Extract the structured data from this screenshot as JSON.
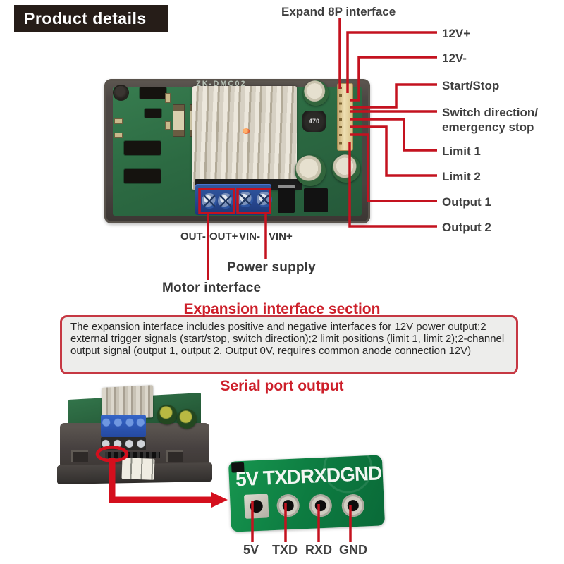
{
  "header": {
    "title": "Product details"
  },
  "colors": {
    "annotation_red": "#c4121f",
    "heading_red": "#cd1f2a",
    "pcb_green": "#2c6a42",
    "serial_pcb_green": "#0d7c41",
    "terminal_blue": "#2a52a8"
  },
  "main_board": {
    "silkscreen": "ZK-DMC02",
    "inductor_label": "470",
    "terminal_labels": [
      "OUT-",
      "OUT+",
      "VIN-",
      "VIN+"
    ],
    "captions": {
      "power_supply": "Power supply",
      "motor_interface": "Motor interface"
    }
  },
  "annotations": {
    "expand_8p": "Expand 8P interface",
    "pin_labels": [
      "12V+",
      "12V-",
      "Start/Stop",
      "Switch direction/\nemergency stop",
      "Limit 1",
      "Limit 2",
      "Output 1",
      "Output 2"
    ]
  },
  "expansion_section": {
    "heading": "Expansion interface section",
    "body": "The expansion interface includes positive and negative interfaces for 12V power output;2 external trigger signals (start/stop, switch direction);2 limit positions (limit 1, limit 2);2-channel output signal (output 1, output 2. Output 0V, requires common anode connection 12V)"
  },
  "serial_section": {
    "heading": "Serial port output",
    "pcb_silkscreen": "5V TXDRXDGND",
    "pad_labels": [
      "5V",
      "TXD",
      "RXD",
      "GND"
    ]
  }
}
